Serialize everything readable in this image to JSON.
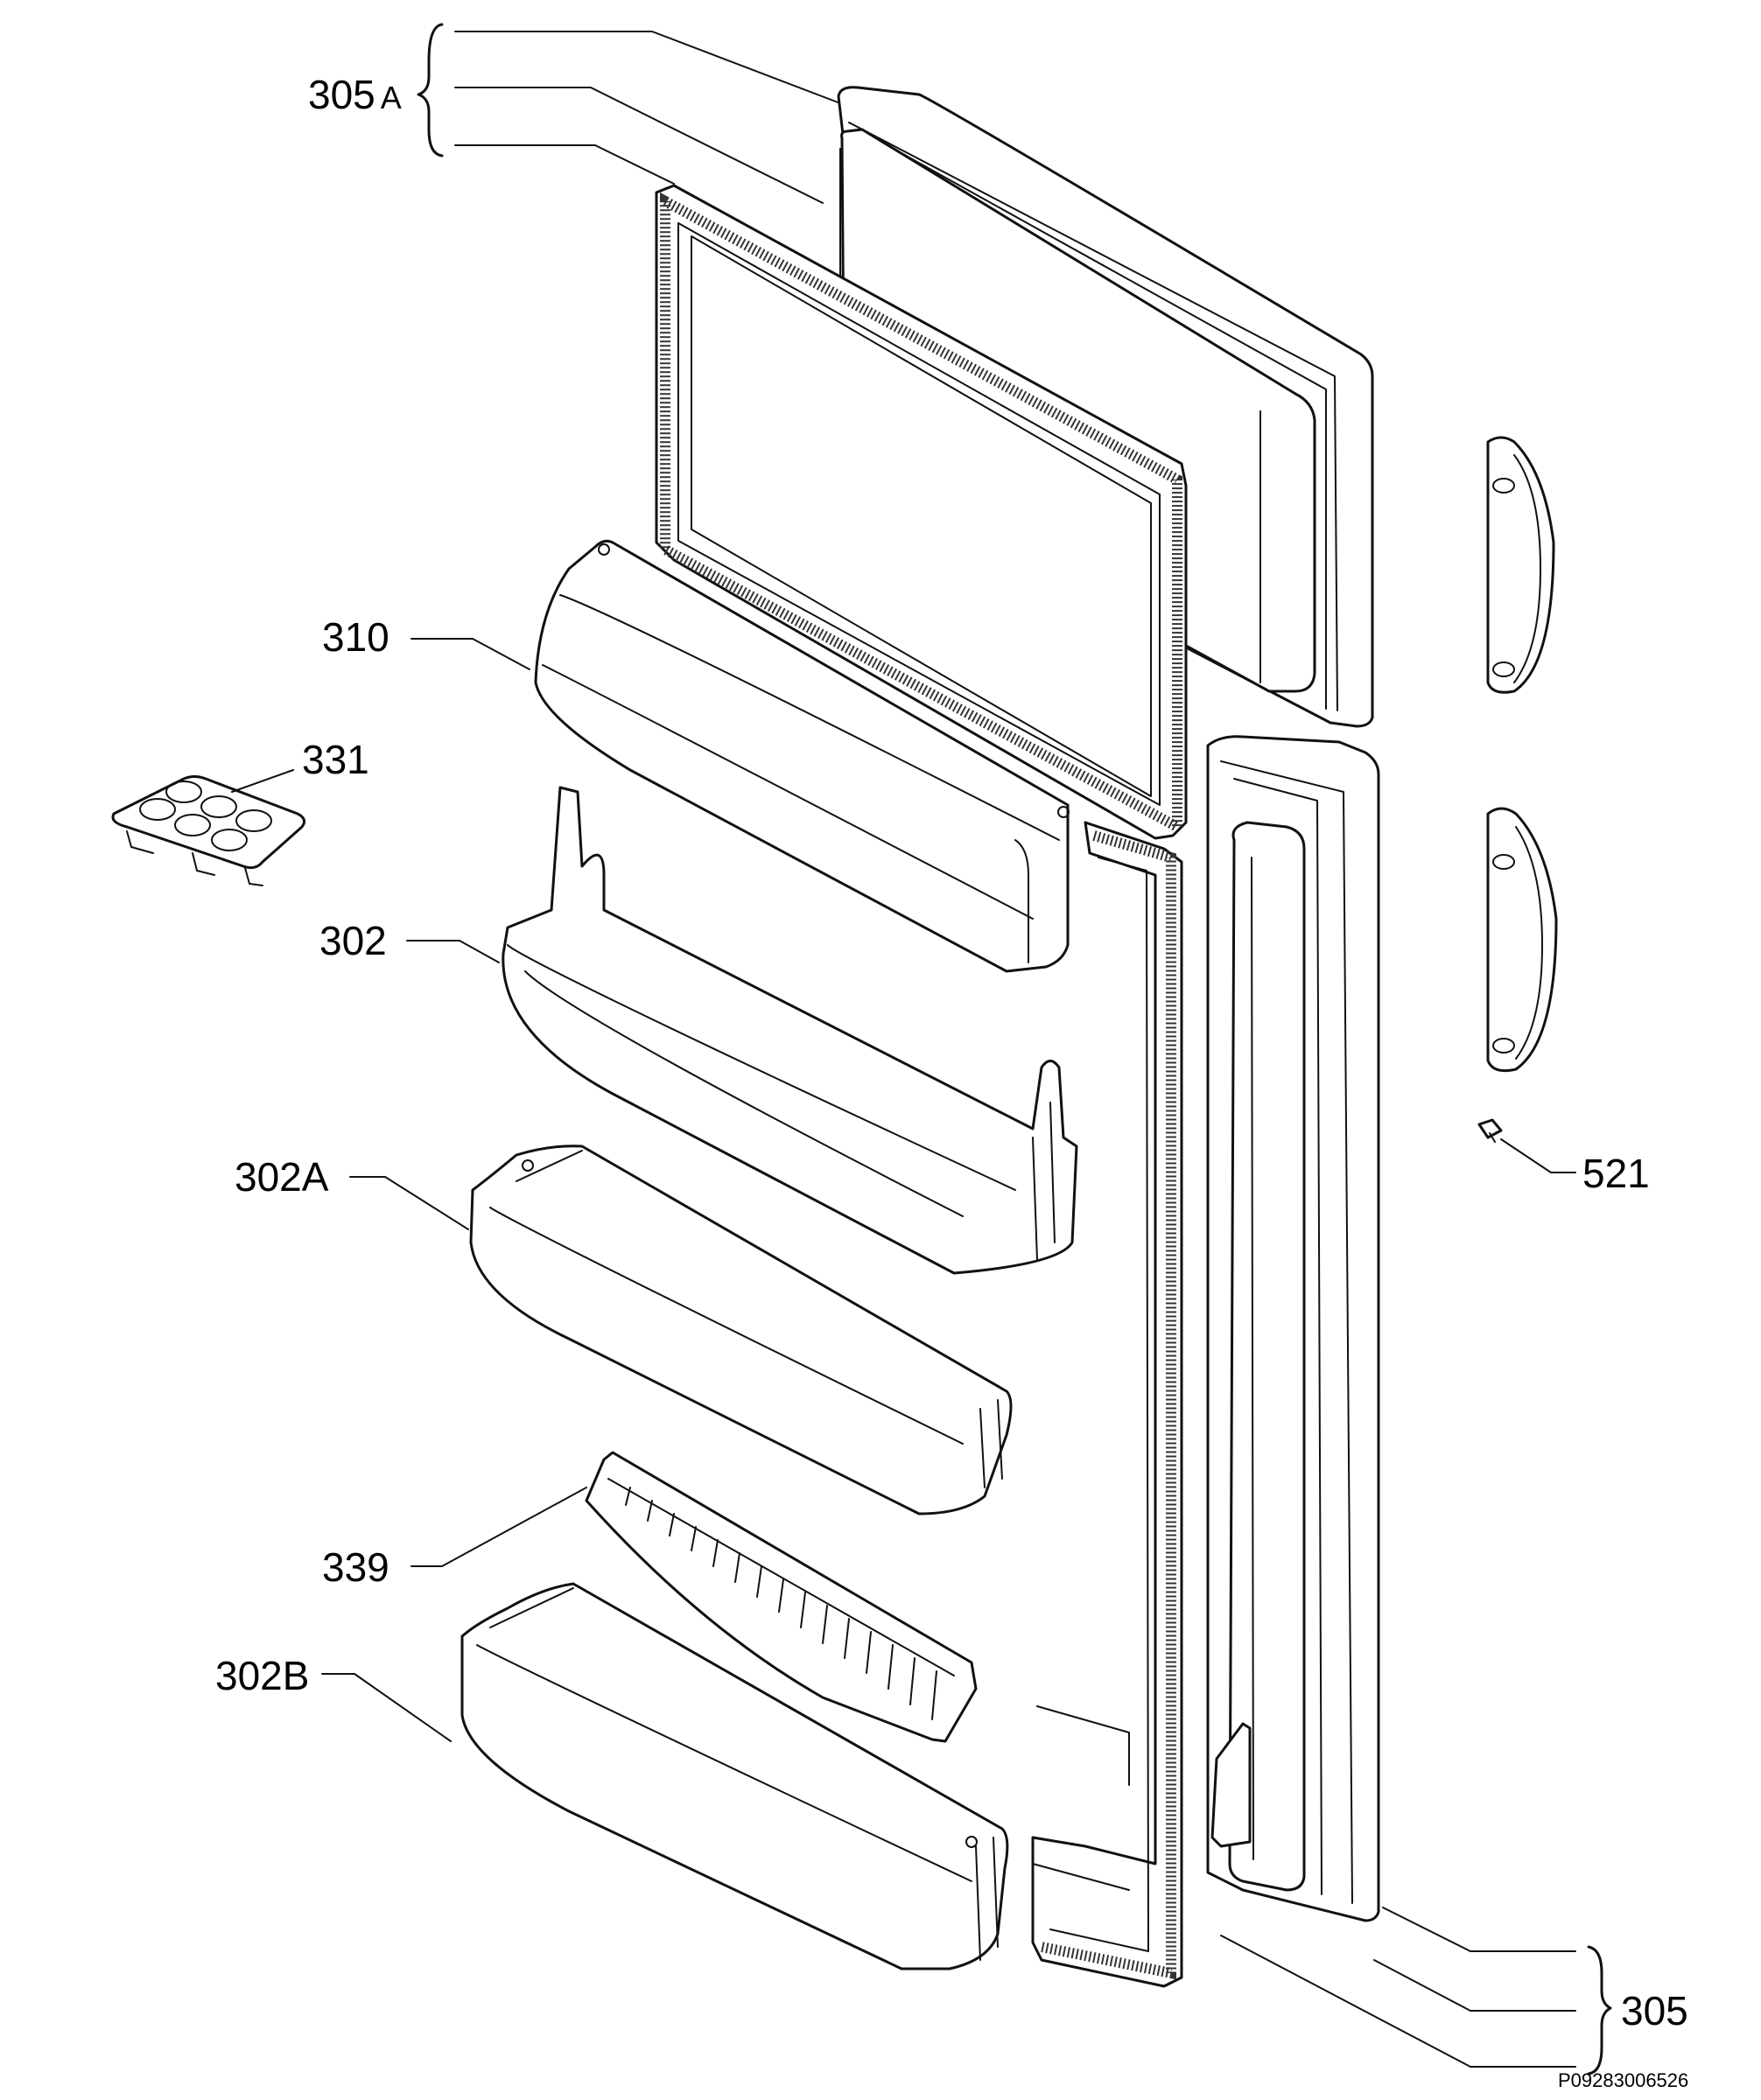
{
  "labels": {
    "l305a": "305",
    "l305a_suffix": "A",
    "l310": "310",
    "l331": "331",
    "l302": "302",
    "l302a": "302A",
    "l339": "339",
    "l302b": "302B",
    "l521": "521",
    "l305": "305"
  },
  "drawing_code": "P09283006526"
}
